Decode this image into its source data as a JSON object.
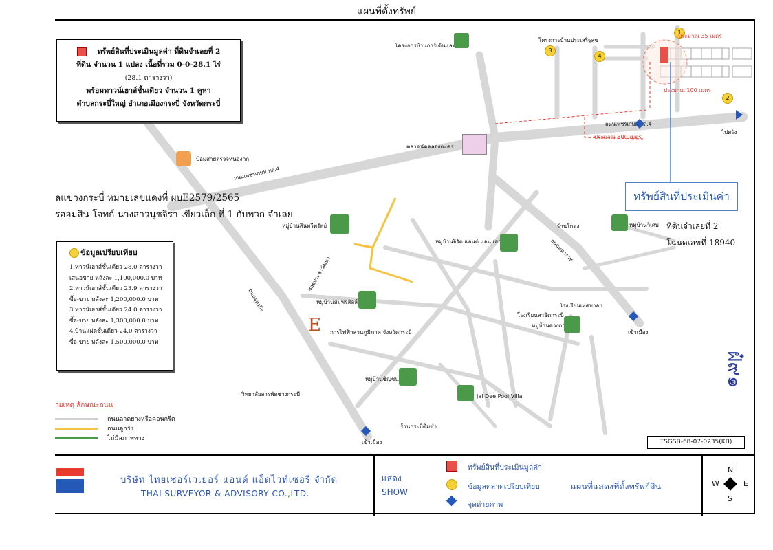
{
  "title": "แผนที่ตั้งทรัพย์",
  "info_box": {
    "line1": "ทรัพย์สินที่ประเมินมูลค่า ที่ดินจำเลยที่ 2",
    "line2": "ที่ดิน จำนวน 1 แปลง เนื้อที่รวม 0-0-28.1 ไร่",
    "line3": "(28.1 ตารางวา)",
    "line4": "พร้อมทาวน์เฮาส์ชั้นเดียว จำนวน 1 คูหา",
    "line5": "ตำบลกระบี่ใหญ่ อำเภอเมืองกระบี่ จังหวัดกระบี่",
    "marker_color": "#e8514a"
  },
  "case_info": {
    "line1": "ลแขวงกระบี่ หมายเลขแดงที่ ผบE2579/2565",
    "line2": "รออมสิน โจทก์   นางสาวนุชจิรา เขียวเล็ก ที่ 1 กับพวก จำเลย"
  },
  "comparables": {
    "heading": "ข้อมูลเปรียบเทียบ",
    "items": [
      {
        "desc": "1.ทาวน์เฮาส์ชั้นเดียว 28.0 ตารางวา",
        "price": "เสนอขาย หลังละ 1,100,000.0 บาท"
      },
      {
        "desc": "2.ทาวน์เฮาส์ชั้นเดียว 23.9 ตารางวา",
        "price": "ซื้อ-ขาย หลังละ 1,200,000.0 บาท"
      },
      {
        "desc": "3.ทาวน์เฮาส์ชั้นเดียว 24.0 ตารางวา",
        "price": "ซื้อ-ขาย หลังละ 1,300,000.0 บาท"
      },
      {
        "desc": "4.บ้านแฝดชั้นเดียว 24.0 ตารางวา",
        "price": "ซื้อ-ขาย หลังละ 1,500,000.0 บาท"
      }
    ]
  },
  "legend": {
    "heading": "ายเหตุ ลักษณะถนน",
    "items": [
      {
        "label": "ถนนลาดยางหรือคอนกรีต",
        "color": "#d0d0d0"
      },
      {
        "label": "ถนนลูกรัง",
        "color": "#f5c242"
      },
      {
        "label": "ไม่มีสภาพทาง",
        "color": "#4a9a4a"
      }
    ]
  },
  "subject": {
    "box_label": "ทรัพย์สินที่ประเมินค่า",
    "plot_line1": "ที่ดินจำเลยที่ 2",
    "plot_line2": "โฉนดเลขที่ 18940"
  },
  "map_labels": {
    "project1": "โครงการบ้านการ์เด้นแลนด์",
    "project2": "โครงการบ้านประเสริฐสุข",
    "market": "ตลาดนัดคลองตะคร",
    "police": "ป้อมสายตรวจหนองกก",
    "village_sinthap": "หมู่บ้านสินทวีทรัพย์",
    "village_jirat": "หมู่บ้านจิรัต แลนด์ แอน เฮาส์",
    "village_witet": "หมู่บ้านวิเศษ",
    "village_somporn": "หมู่บ้านสมพรสิลล์",
    "village_duangda": "หมู่บ้านดวงดา",
    "village_chanya": "หมู่บ้านชัญชนา",
    "shop": "ร้านโกตุง",
    "school1": "โรงเรียนเทศบาลฯ",
    "school2": "โรงเรียนสาธิตกระบี่",
    "pea": "การไฟฟ้าส่วนภูมิภาค จังหวัดกระบี่",
    "college": "วิทยาลัยสารพัดช่างกระบี่",
    "villa": "Jai Dee Pool Villa",
    "restaurant": "ร้านกระบี่ติ่มซำ",
    "to_krabi": "ไปตรัง",
    "to_city1": "เข้าเมือง",
    "to_city2": "เข้าเมือง",
    "dist_100": "ประมาณ 100 เมตร",
    "dist_500": "ประมาณ 500 เมตร",
    "dist_top": "ประมาณ 35 เมตร",
    "road_main": "ถนนเพชรเกษม ทล.4",
    "road_main2": "ถนนเพชรเกษม ทล.4",
    "road_uttarakit": "ถนนอุตรกิจ",
    "road_maharat": "ถนนมหาราช",
    "road_soi": "ซอยประชาวัฒนา",
    "comp_nums": [
      "1",
      "2",
      "3",
      "4"
    ]
  },
  "code": "TSGSB-68-07-0235(KB)",
  "footer": {
    "company_th": "บริษัท ไทยเซอร์เวเยอร์ แอนด์ แอ็ดไวท์เซอรี่ จำกัด",
    "company_en": "THAI SURVEYOR & ADVISORY CO.,LTD.",
    "show_th": "แสดง",
    "show_en": "SHOW",
    "legend_subject": "ทรัพย์สินที่ประเมินมูลค่า",
    "legend_comp": "ข้อมูลตลาดเปรียบเทียบ",
    "legend_photo": "จุดถ่ายภาพ",
    "map_title": "แผนที่แสดงที่ตั้งทรัพย์สิน",
    "compass_n": "N",
    "compass_s": "S",
    "compass_e": "E",
    "compass_w": "W"
  },
  "stamp": "ฝ๋๙๑"
}
